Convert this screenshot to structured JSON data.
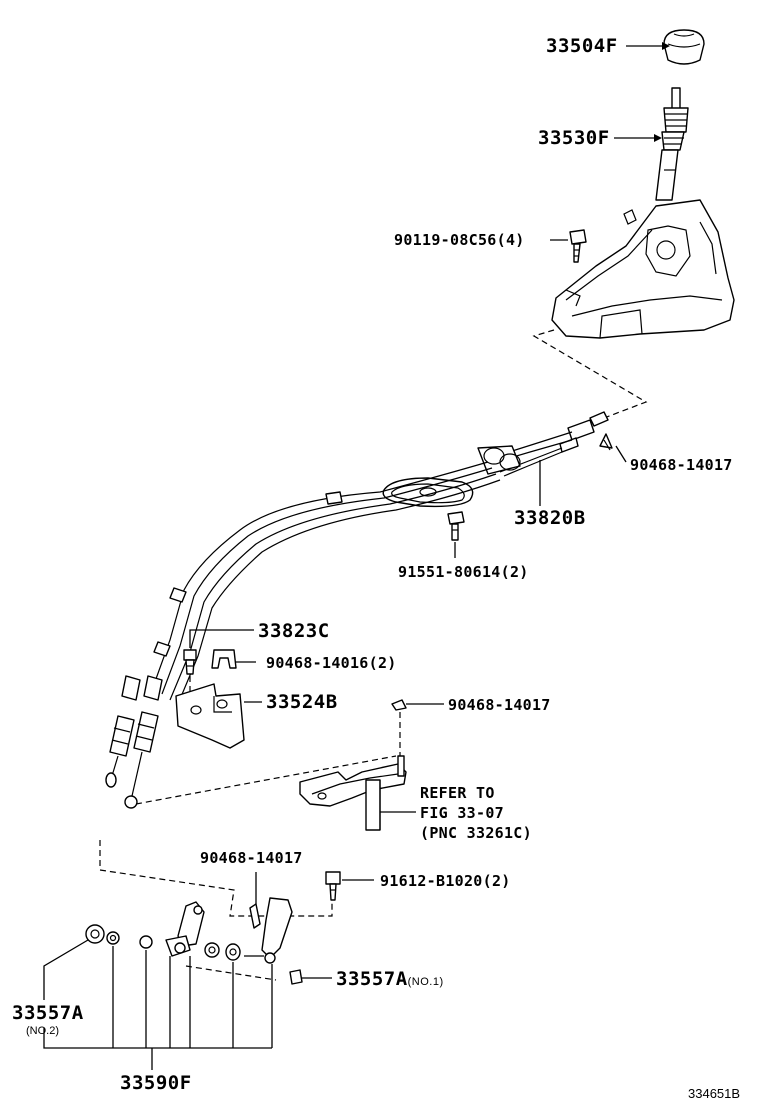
{
  "diagram": {
    "parts": [
      {
        "id": "knob",
        "number": "33504F"
      },
      {
        "id": "shift-lever",
        "number": "33530F"
      },
      {
        "id": "bolt-lever",
        "number": "90119-08C56",
        "qty": "(4)"
      },
      {
        "id": "clip-upper",
        "number": "90468-14017"
      },
      {
        "id": "cable",
        "number": "33820B"
      },
      {
        "id": "bolt-cable",
        "number": "91551-80614",
        "qty": "(2)"
      },
      {
        "id": "bolt-bracket",
        "number": "33823C"
      },
      {
        "id": "clip-bracket",
        "number": "90468-14016",
        "qty": "(2)"
      },
      {
        "id": "bracket",
        "number": "33524B"
      },
      {
        "id": "clip-middle",
        "number": "90468-14017"
      },
      {
        "id": "clip-lower",
        "number": "90468-14017"
      },
      {
        "id": "bolt-lower",
        "number": "91612-B1020",
        "qty": "(2)"
      },
      {
        "id": "bushing-no1",
        "number": "33557A",
        "note": "(NO.1)"
      },
      {
        "id": "bushing-no2",
        "number": "33557A",
        "note": "(NO.2)"
      },
      {
        "id": "washer-set",
        "number": "33590F"
      }
    ],
    "refer": {
      "line1": "REFER TO",
      "line2": "FIG 33-07",
      "line3": "(PNC 33261C)"
    },
    "figure_id": "334651B"
  }
}
